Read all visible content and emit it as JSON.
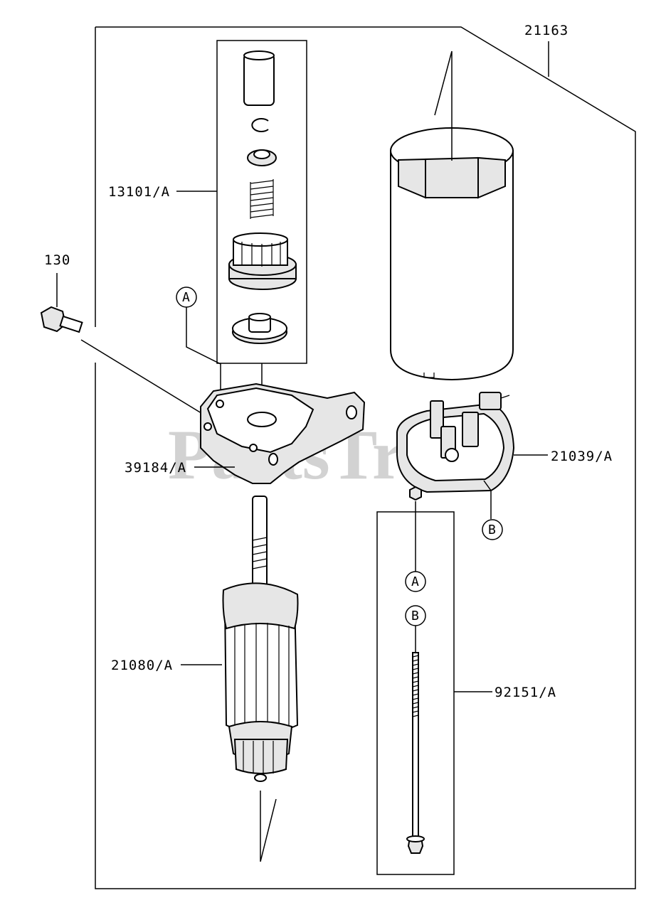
{
  "watermark": "PartsTree",
  "callouts": {
    "assembly": "21163",
    "pinion_kit": "13101/A",
    "bolt": "130",
    "bracket": "39184/A",
    "armature": "21080/A",
    "brush_holder": "21039/A",
    "through_bolt": "92151/A"
  },
  "markers": {
    "a_bracket": "A",
    "b_holder": "B",
    "a_nut": "A",
    "b_bolt": "B"
  }
}
